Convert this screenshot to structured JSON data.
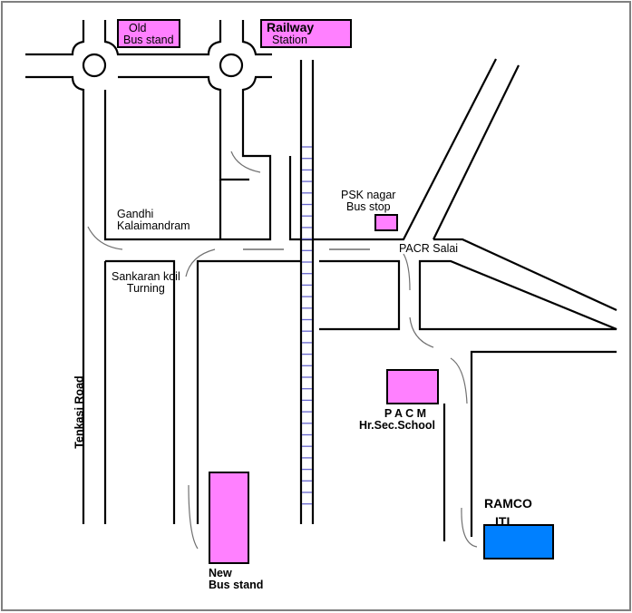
{
  "map": {
    "colors": {
      "landmark_fill": "#ff80ff",
      "destination_fill": "#0080ff",
      "road_stroke": "#000000",
      "railway_tie": "#6666cc",
      "border": "#808080"
    },
    "landmarks": {
      "old_bus_stand": {
        "line1": "Old",
        "line2": "Bus stand"
      },
      "railway_station": {
        "line1": "Railway",
        "line2": "Station"
      },
      "psk_nagar_bus_stop": {
        "line1": "PSK nagar",
        "line2": "Bus stop"
      },
      "gandhi_kalaimandram": {
        "line1": "Gandhi",
        "line2": "Kalaimandram"
      },
      "sankaran_koil_turning": {
        "line1": "Sankaran koil",
        "line2": "Turning"
      },
      "pacr_salai": {
        "label": "PACR Salai"
      },
      "tenkasi_road": {
        "label": "Tenkasi Road"
      },
      "pacm_school": {
        "line1": "P A C M",
        "line2": "Hr.Sec.School"
      },
      "new_bus_stand": {
        "line1": "New",
        "line2": "Bus stand"
      },
      "ramco_iti": {
        "line1": "RAMCO",
        "line2": "ITI"
      }
    }
  }
}
